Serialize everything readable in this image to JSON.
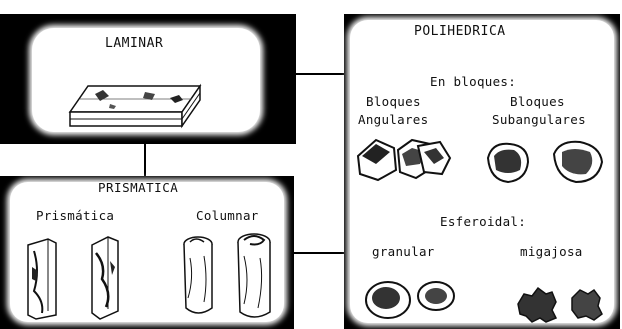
{
  "laminar": {
    "title": "LAMINAR"
  },
  "prismatica": {
    "title": "PRISMATICA",
    "left_label": "Prismática",
    "right_label": "Columnar"
  },
  "poliedrica": {
    "title": "POLIHEDRICA",
    "bloques": {
      "heading": "En bloques:",
      "angulares_line1": "Bloques",
      "angulares_line2": "Angulares",
      "subangulares_line1": "Bloques",
      "subangulares_line2": "Subangulares"
    },
    "esferoidal": {
      "heading": "Esferoidal:",
      "granular": "granular",
      "migajosa": "migajosa"
    }
  }
}
